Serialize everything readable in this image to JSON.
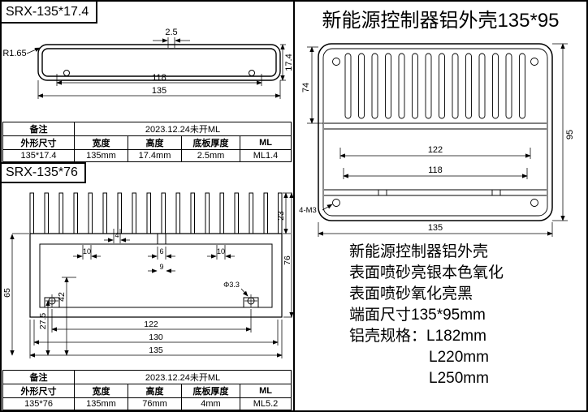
{
  "section1": {
    "title": "SRX-135*17.4",
    "drawing": {
      "dim_wall": "2.5",
      "dim_radius": "R1.65",
      "dim_inner_width": "118",
      "dim_width": "135",
      "dim_height": "17.4"
    },
    "table": {
      "remark_label": "备注",
      "remark_value": "2023.12.24未开ML",
      "headers": [
        "外形尺寸",
        "宽度",
        "高度",
        "底板厚度",
        "ML"
      ],
      "values": [
        "135*17.4",
        "135mm",
        "17.4mm",
        "2.5mm",
        "ML1.4"
      ]
    }
  },
  "section2": {
    "title": "SRX-135*76",
    "drawing": {
      "dim_total_left": "65",
      "dim_hole_height": "27.5",
      "dim_step_height": "42",
      "dim_gap_left": "10",
      "dim_fin_gap": "4",
      "dim_slot_width": "6",
      "dim_slot_depth": "9",
      "dim_gap_right": "10",
      "dim_fin_height": "23",
      "dim_height": "76",
      "dim_hole_dia": "Φ3.3",
      "dim_hole_span": "122",
      "dim_mid_width": "130",
      "dim_width": "135"
    },
    "table": {
      "remark_label": "备注",
      "remark_value": "2023.12.24未开ML",
      "headers": [
        "外形尺寸",
        "宽度",
        "高度",
        "底板厚度",
        "ML"
      ],
      "values": [
        "135*76",
        "135mm",
        "76mm",
        "4mm",
        "ML5.2"
      ]
    }
  },
  "section3": {
    "title": "新能源控制器铝外壳135*95",
    "drawing": {
      "dim_fin_depth": "74",
      "dim_height": "95",
      "dim_inner_width1": "122",
      "dim_inner_width2": "118",
      "dim_width": "135",
      "dim_screws": "4-M3"
    },
    "notes": [
      "新能源控制器铝外壳",
      "表面喷砂亮银本色氧化",
      "表面喷砂氧化亮黑",
      "端面尺寸135*95mm",
      "铝壳规格：L182mm",
      "L220mm",
      "L250mm"
    ]
  }
}
